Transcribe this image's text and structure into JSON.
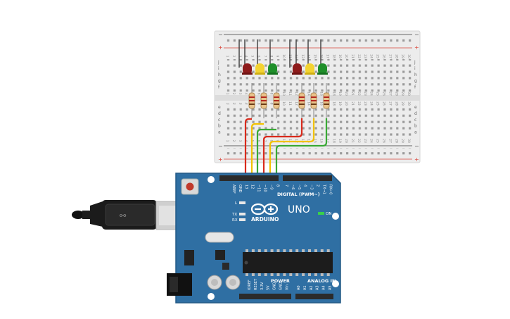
{
  "colors": {
    "board": "#2f6fa3",
    "board_edge": "#245a86",
    "breadboard": "#ececec",
    "rail_red": "#d9443a",
    "rail_blue": "#3a3a3a",
    "wire_red": "#d92a1c",
    "wire_yellow": "#f2c200",
    "wire_green": "#39a935",
    "led_red": "#8e1b1b",
    "led_yellow": "#f3d331",
    "led_green": "#1f8f2a",
    "usb_cable": "#1b1b1b"
  },
  "breadboard": {
    "rail_minus": "−",
    "rail_plus": "+",
    "row_letters_top": [
      "j",
      "i",
      "h",
      "g",
      "f"
    ],
    "row_letters_bottom": [
      "e",
      "d",
      "c",
      "b",
      "a"
    ],
    "column_numbers": [
      "1",
      "2",
      "3",
      "4",
      "5",
      "6",
      "7",
      "8",
      "9",
      "10",
      "11",
      "12",
      "13",
      "14",
      "15",
      "16",
      "17",
      "18",
      "19",
      "20",
      "21",
      "22",
      "23",
      "24",
      "25",
      "26",
      "27",
      "28",
      "29",
      "30"
    ]
  },
  "leds": [
    {
      "color": "red"
    },
    {
      "color": "yellow"
    },
    {
      "color": "green"
    },
    {
      "color": "red"
    },
    {
      "color": "yellow"
    },
    {
      "color": "green"
    }
  ],
  "arduino": {
    "brand": "ARDUINO",
    "model": "UNO",
    "digital_label": "DIGITAL (PWM~)",
    "power_label": "POWER",
    "analog_label": "ANALOG IN",
    "on_label": "ON",
    "led_l": "L",
    "led_tx": "TX",
    "led_rx": "RX",
    "digital_pins": [
      "AREF",
      "GND",
      "13",
      "12",
      "~11",
      "~10",
      "~9",
      "8",
      "7",
      "~6",
      "~5",
      "4",
      "~3",
      "2",
      "TX→1",
      "RX←0"
    ],
    "power_pins": [
      "IOREF",
      "RESET",
      "3.3V",
      "5V",
      "GND",
      "GND",
      "Vin"
    ],
    "analog_pins": [
      "A0",
      "A1",
      "A2",
      "A3",
      "A4",
      "A5"
    ]
  }
}
